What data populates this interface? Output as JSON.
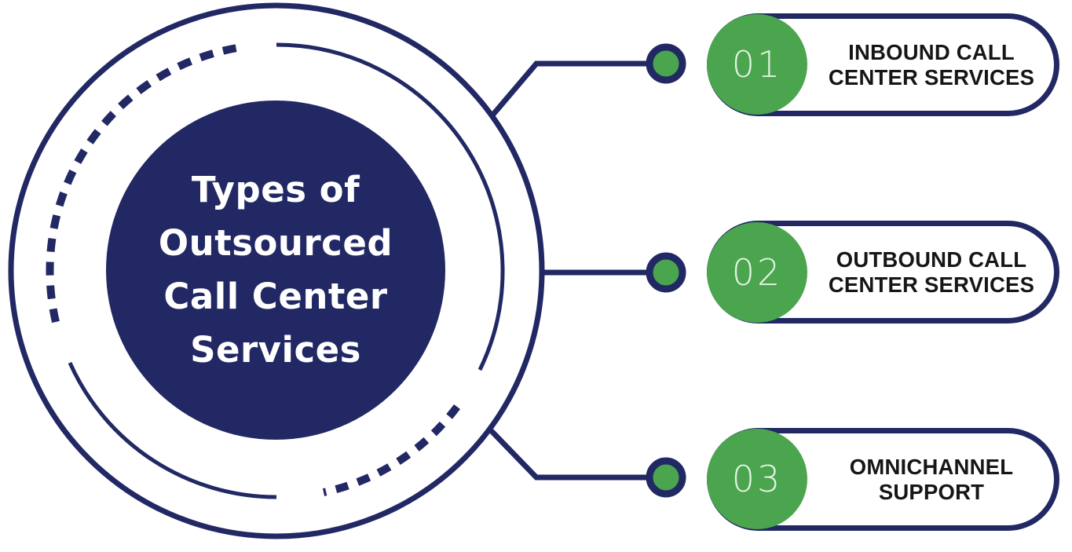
{
  "title": {
    "lines": [
      "Types of",
      "Outsourced",
      "Call Center",
      "Services"
    ]
  },
  "items": [
    {
      "number": "01",
      "label_lines": [
        "INBOUND CALL",
        "CENTER SERVICES"
      ]
    },
    {
      "number": "02",
      "label_lines": [
        "OUTBOUND CALL",
        "CENTER SERVICES"
      ]
    },
    {
      "number": "03",
      "label_lines": [
        "OMNICHANNEL",
        "SUPPORT"
      ]
    }
  ],
  "colors": {
    "navy": "#212864",
    "green": "#4aa54e",
    "number_text": "#e3f3e2",
    "label_text": "#161616",
    "title_text": "#ffffff",
    "background": "#ffffff"
  }
}
